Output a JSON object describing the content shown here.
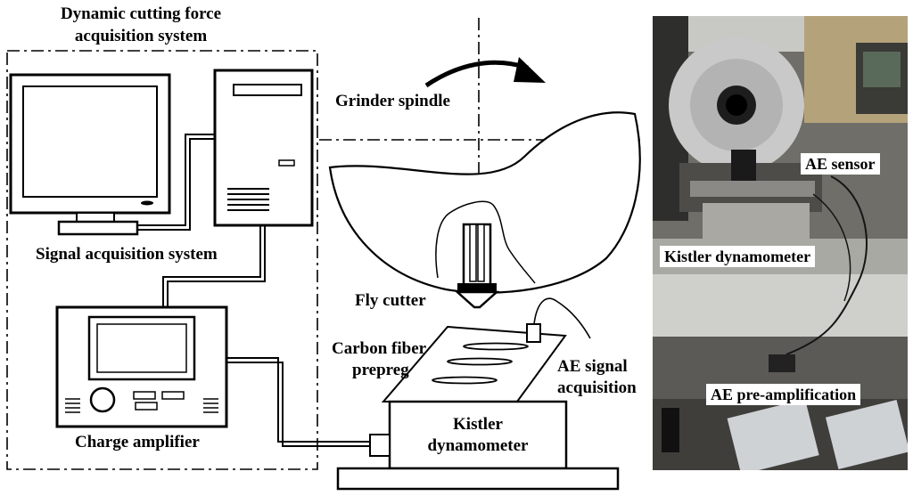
{
  "labels": {
    "system_title_line1": "Dynamic cutting force",
    "system_title_line2": "acquisition system",
    "signal_acquisition": "Signal acquisition system",
    "charge_amplifier": "Charge amplifier",
    "grinder_spindle": "Grinder spindle",
    "fly_cutter": "Fly cutter",
    "carbon_fiber_line1": "Carbon fiber",
    "carbon_fiber_line2": "prepreg",
    "ae_signal_line1": "AE signal",
    "ae_signal_line2": "acquisition",
    "kistler_line1": "Kistler",
    "kistler_line2": "dynamometer"
  },
  "photo_labels": {
    "ae_sensor": "AE sensor",
    "kistler": "Kistler dynamometer",
    "ae_preamp": "AE pre-amplification"
  },
  "colors": {
    "line": "#000000",
    "background": "#ffffff",
    "photo_label_bg": "#ffffff"
  }
}
